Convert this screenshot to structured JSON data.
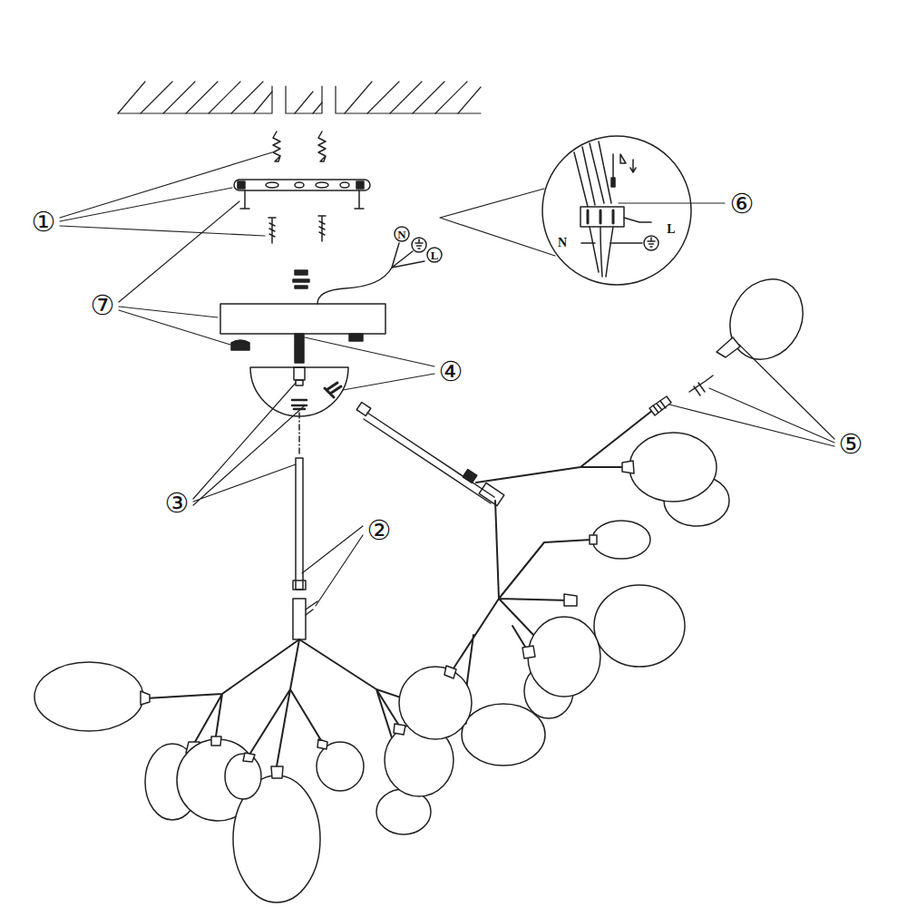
{
  "diagram": {
    "labels": [
      "①",
      "⑥",
      "L",
      "N",
      "N",
      "L",
      "⑦",
      "④",
      "⑤",
      "③",
      "②"
    ]
  }
}
